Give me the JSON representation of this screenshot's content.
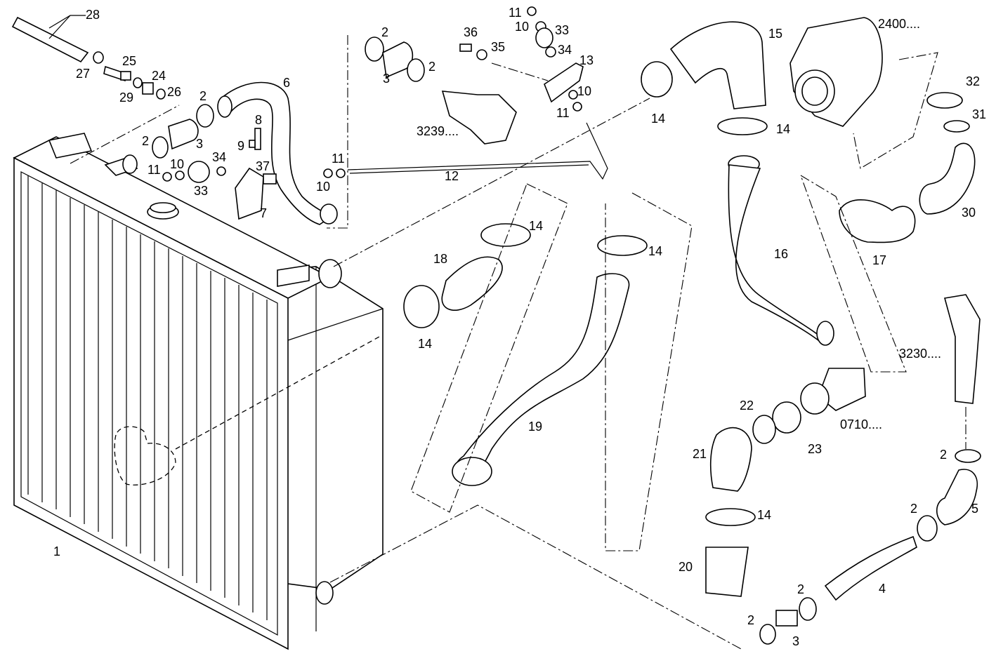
{
  "diagram": {
    "callouts": [
      {
        "id": "c-28",
        "text": "28"
      },
      {
        "id": "c-27",
        "text": "27"
      },
      {
        "id": "c-25",
        "text": "25"
      },
      {
        "id": "c-29",
        "text": "29"
      },
      {
        "id": "c-24",
        "text": "24"
      },
      {
        "id": "c-26",
        "text": "26"
      },
      {
        "id": "c-2a",
        "text": "2"
      },
      {
        "id": "c-6",
        "text": "6"
      },
      {
        "id": "c-2b",
        "text": "2"
      },
      {
        "id": "c-3a",
        "text": "3"
      },
      {
        "id": "c-8",
        "text": "8"
      },
      {
        "id": "c-9",
        "text": "9"
      },
      {
        "id": "c-11a",
        "text": "11"
      },
      {
        "id": "c-10a",
        "text": "10"
      },
      {
        "id": "c-33a",
        "text": "33"
      },
      {
        "id": "c-34a",
        "text": "34"
      },
      {
        "id": "c-37",
        "text": "37"
      },
      {
        "id": "c-7",
        "text": "7"
      },
      {
        "id": "c-11b",
        "text": "11"
      },
      {
        "id": "c-10b",
        "text": "10"
      },
      {
        "id": "c-2c",
        "text": "2"
      },
      {
        "id": "c-3b",
        "text": "3"
      },
      {
        "id": "c-2d",
        "text": "2"
      },
      {
        "id": "c-36",
        "text": "36"
      },
      {
        "id": "c-35",
        "text": "35"
      },
      {
        "id": "c-3239",
        "text": "3239...."
      },
      {
        "id": "c-11c",
        "text": "11"
      },
      {
        "id": "c-10c",
        "text": "10"
      },
      {
        "id": "c-33b",
        "text": "33"
      },
      {
        "id": "c-34b",
        "text": "34"
      },
      {
        "id": "c-13",
        "text": "13"
      },
      {
        "id": "c-10d",
        "text": "10"
      },
      {
        "id": "c-11d",
        "text": "11"
      },
      {
        "id": "c-12",
        "text": "12"
      },
      {
        "id": "c-15",
        "text": "15"
      },
      {
        "id": "c-14a",
        "text": "14"
      },
      {
        "id": "c-14b",
        "text": "14"
      },
      {
        "id": "c-2400",
        "text": "2400...."
      },
      {
        "id": "c-32",
        "text": "32"
      },
      {
        "id": "c-31",
        "text": "31"
      },
      {
        "id": "c-30",
        "text": "30"
      },
      {
        "id": "c-17",
        "text": "17"
      },
      {
        "id": "c-16",
        "text": "16"
      },
      {
        "id": "c-14c",
        "text": "14"
      },
      {
        "id": "c-18",
        "text": "18"
      },
      {
        "id": "c-14d",
        "text": "14"
      },
      {
        "id": "c-14e",
        "text": "14"
      },
      {
        "id": "c-19",
        "text": "19"
      },
      {
        "id": "c-3230",
        "text": "3230...."
      },
      {
        "id": "c-22",
        "text": "22"
      },
      {
        "id": "c-23",
        "text": "23"
      },
      {
        "id": "c-0710",
        "text": "0710...."
      },
      {
        "id": "c-21",
        "text": "21"
      },
      {
        "id": "c-2e",
        "text": "2"
      },
      {
        "id": "c-5",
        "text": "5"
      },
      {
        "id": "c-2f",
        "text": "2"
      },
      {
        "id": "c-14f",
        "text": "14"
      },
      {
        "id": "c-20",
        "text": "20"
      },
      {
        "id": "c-1",
        "text": "1"
      },
      {
        "id": "c-4",
        "text": "4"
      },
      {
        "id": "c-2g",
        "text": "2"
      },
      {
        "id": "c-2h",
        "text": "2"
      },
      {
        "id": "c-3c",
        "text": "3"
      }
    ]
  }
}
